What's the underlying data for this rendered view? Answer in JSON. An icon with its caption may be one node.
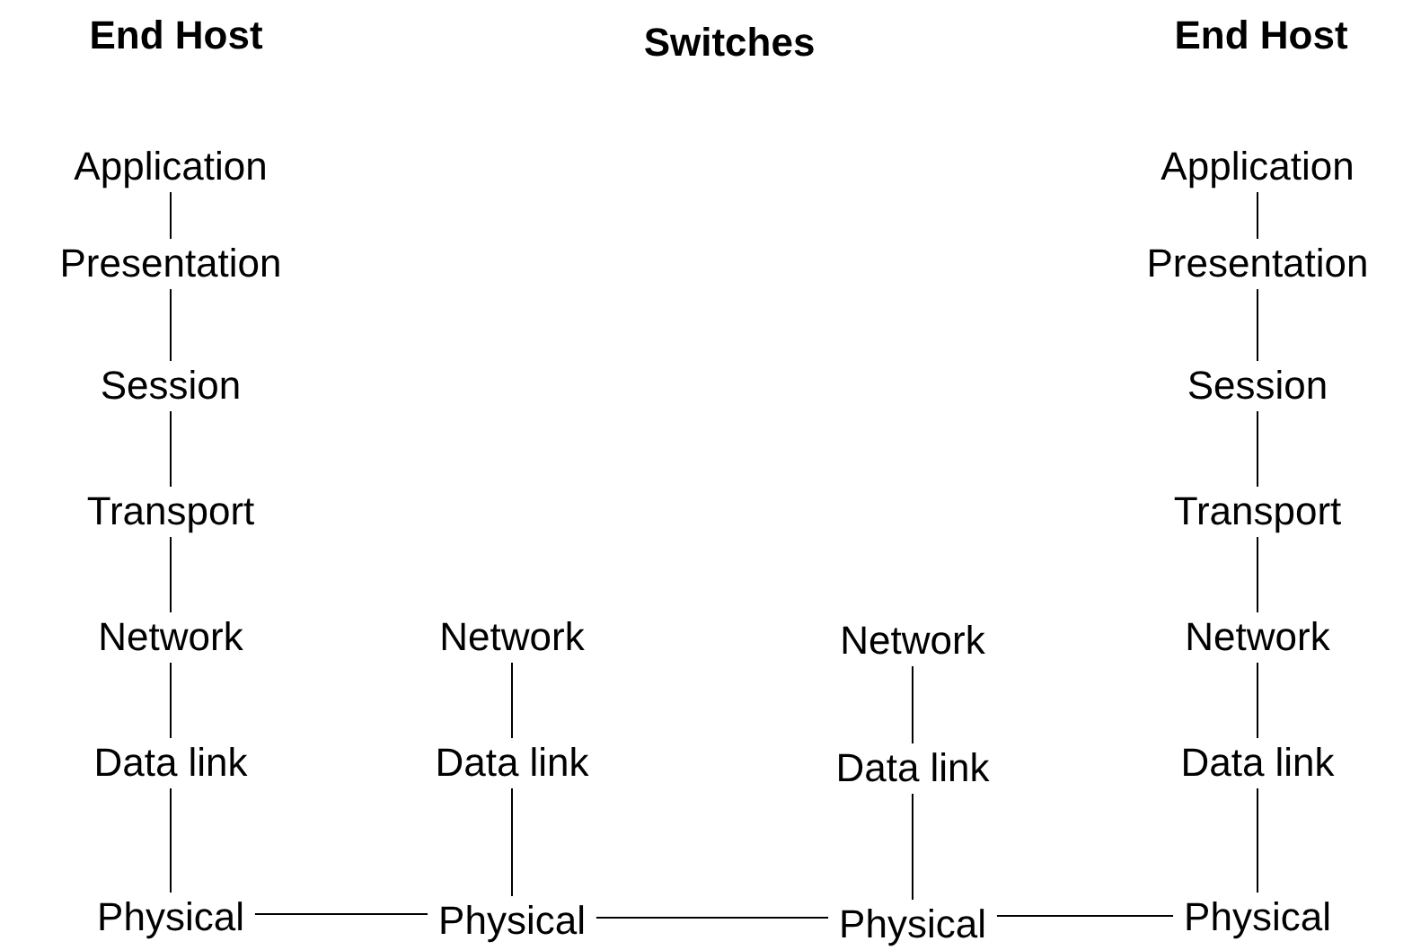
{
  "diagram": {
    "nodes": [
      {
        "text": [
          "Application"
        ]
      },
      {
        "text": [
          "Presentation"
        ]
      },
      {
        "text": [
          "Session"
        ]
      },
      {
        "text": [
          "Transport"
        ]
      },
      {
        "text": [
          "Network"
        ]
      },
      {
        "text": [
          "Data link"
        ]
      },
      {
        "text": [
          "Physical"
        ]
      },
      {
        "text": [
          "Network"
        ]
      },
      {
        "text": [
          "Data link"
        ]
      },
      {
        "text": [
          "Physical"
        ]
      },
      {
        "text": [
          "Network"
        ]
      },
      {
        "text": [
          "Data link"
        ]
      },
      {
        "text": [
          "Physical"
        ]
      },
      {
        "text": [
          "Application"
        ]
      },
      {
        "text": [
          "Presentation"
        ]
      },
      {
        "text": [
          "Session"
        ]
      },
      {
        "text": [
          "Transport"
        ]
      },
      {
        "text": [
          "Network"
        ]
      },
      {
        "text": [
          "Data link"
        ]
      },
      {
        "text": [
          "Physical"
        ]
      }
    ],
    "edges": [
      {
        "from": 0,
        "to": 1,
        "arrow": "none"
      },
      {
        "from": 1,
        "to": 2,
        "arrow": "none"
      },
      {
        "from": 2,
        "to": 3,
        "arrow": "none"
      },
      {
        "from": 3,
        "to": 4,
        "arrow": "none"
      },
      {
        "from": 4,
        "to": 5,
        "arrow": "none"
      },
      {
        "from": 5,
        "to": 6,
        "arrow": "none"
      },
      {
        "from": 7,
        "to": 8,
        "arrow": "none"
      },
      {
        "from": 8,
        "to": 9,
        "arrow": "none"
      },
      {
        "from": 10,
        "to": 11,
        "arrow": "none"
      },
      {
        "from": 11,
        "to": 12,
        "arrow": "none"
      },
      {
        "from": 13,
        "to": 14,
        "arrow": "none"
      },
      {
        "from": 14,
        "to": 15,
        "arrow": "none"
      },
      {
        "from": 15,
        "to": 16,
        "arrow": "none"
      },
      {
        "from": 16,
        "to": 17,
        "arrow": "none"
      },
      {
        "from": 17,
        "to": 18,
        "arrow": "none"
      },
      {
        "from": 18,
        "to": 19,
        "arrow": "none"
      },
      {
        "from": 6,
        "to": 9,
        "arrow": "none"
      },
      {
        "from": 9,
        "to": 12,
        "arrow": "none"
      },
      {
        "from": 12,
        "to": 19,
        "arrow": "none"
      }
    ],
    "labels": [
      "End Host",
      "Switches",
      "End Host"
    ]
  }
}
